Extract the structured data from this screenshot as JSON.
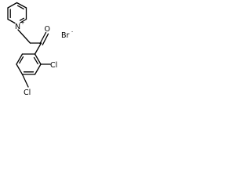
{
  "molecule": {
    "atoms": {
      "nitrogen": "N",
      "nitrogen_charge": "+",
      "oxygen": "O",
      "bromide": "Br",
      "bromide_charge": "-",
      "chlorine_ortho": "Cl",
      "chlorine_para": "Cl"
    },
    "colors": {
      "bond": "#000000",
      "text": "#000000",
      "background": "#ffffff"
    }
  }
}
